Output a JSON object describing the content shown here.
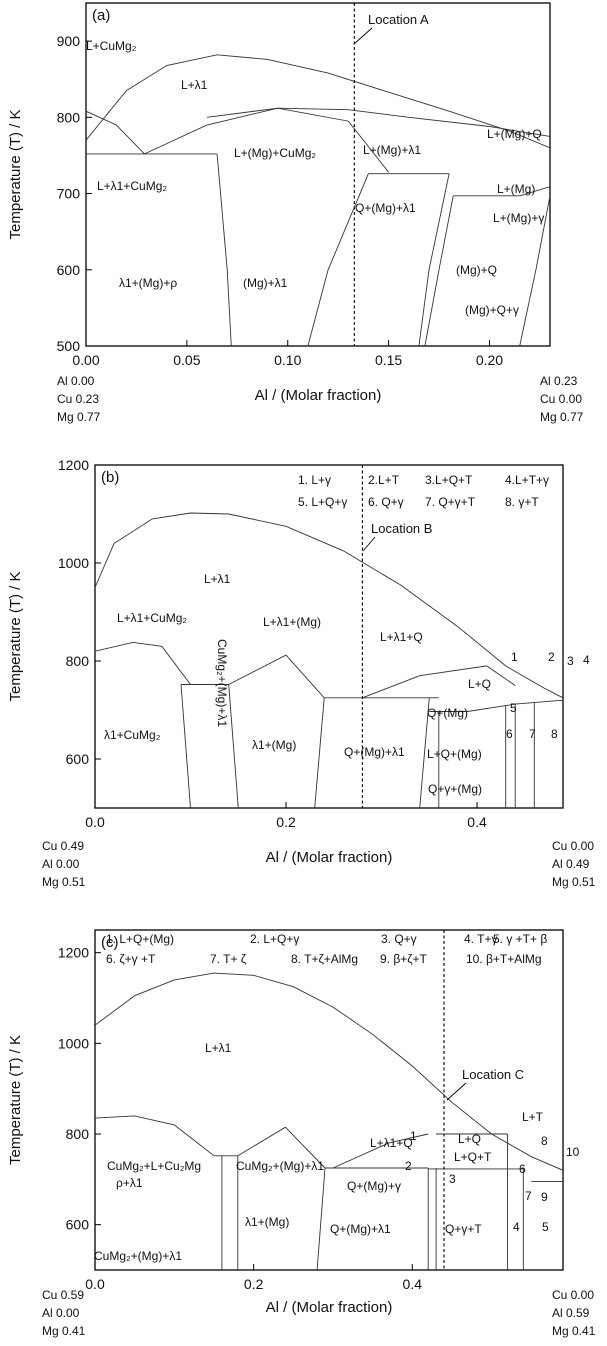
{
  "figure": {
    "panels": [
      {
        "id": "a",
        "tag": "(a)",
        "xlabel": "Al / (Molar fraction)",
        "ylabel": "Temperature (T) / K",
        "xlim": [
          0.0,
          0.23
        ],
        "ylim": [
          500,
          950
        ],
        "xticks": [
          "0.00",
          "0.05",
          "0.10",
          "0.15",
          "0.20"
        ],
        "xtick_values": [
          0.0,
          0.05,
          0.1,
          0.15,
          0.2
        ],
        "yticks": [
          "500",
          "600",
          "700",
          "800",
          "900"
        ],
        "ytick_values": [
          500,
          600,
          700,
          800,
          900
        ],
        "location_label": "Location A",
        "location_x": 0.133,
        "comp_left": [
          "Al 0.00",
          "Cu 0.23",
          "Mg 0.77"
        ],
        "comp_right": [
          "Al 0.23",
          "Cu 0.00",
          "Mg 0.77"
        ],
        "phase_labels": [
          "L+CuMg₂",
          "L+λ1",
          "L+(Mg)+Q",
          "L+(Mg)+CuMg₂",
          "L+(Mg)+λ1",
          "L+(Mg)",
          "L+λ1+CuMg₂",
          "Q+(Mg)+λ1",
          "L+(Mg)+γ",
          "λ1+(Mg)+ρ",
          "(Mg)+λ1",
          "(Mg)+Q",
          "(Mg)+Q+γ"
        ]
      },
      {
        "id": "b",
        "tag": "(b)",
        "xlabel": "Al / (Molar fraction)",
        "ylabel": "Temperature (T) / K",
        "xlim": [
          0.0,
          0.49
        ],
        "ylim": [
          500,
          1200
        ],
        "xticks": [
          "0.0",
          "0.2",
          "0.4"
        ],
        "xtick_values": [
          0.0,
          0.2,
          0.4
        ],
        "yticks": [
          "600",
          "800",
          "1000",
          "1200"
        ],
        "ytick_values": [
          600,
          800,
          1000,
          1200
        ],
        "location_label": "Location B",
        "location_x": 0.28,
        "comp_left": [
          "Cu 0.49",
          "Al 0.00",
          "Mg 0.51"
        ],
        "comp_right": [
          "Cu 0.00",
          "Al 0.49",
          "Mg 0.51"
        ],
        "legend": [
          "1. L+γ",
          "2.L+T",
          "3.L+Q+T",
          "4.L+T+γ",
          "5. L+Q+γ",
          "6. Q+γ",
          "7. Q+γ+T",
          "8. γ+T"
        ],
        "phase_labels": [
          "L+λ1",
          "L+λ1+CuMg₂",
          "L+λ1+(Mg)",
          "L+λ1+Q",
          "L+Q",
          "Q+(Mg)",
          "λ1+CuMg₂",
          "λ1+(Mg)",
          "Q+(Mg)+λ1",
          "L+Q+(Mg)",
          "Q+γ+(Mg)",
          "CuMg₂+(Mg)+λ1"
        ],
        "region_numbers": [
          "1",
          "2",
          "3",
          "4",
          "5",
          "6",
          "7",
          "8"
        ]
      },
      {
        "id": "c",
        "tag": "(c)",
        "xlabel": "Al / (Molar fraction)",
        "ylabel": "Temperature (T) / K",
        "xlim": [
          0.0,
          0.59
        ],
        "ylim": [
          500,
          1250
        ],
        "xticks": [
          "0.0",
          "0.2",
          "0.4"
        ],
        "xtick_values": [
          0.0,
          0.2,
          0.4
        ],
        "yticks": [
          "600",
          "800",
          "1000",
          "1200"
        ],
        "ytick_values": [
          600,
          800,
          1000,
          1200
        ],
        "location_label": "Location C",
        "location_x": 0.44,
        "comp_left": [
          "Cu 0.59",
          "Al 0.00",
          "Mg 0.41"
        ],
        "comp_right": [
          "Cu 0.00",
          "Al 0.59",
          "Mg 0.41"
        ],
        "legend": [
          "1. L+Q+(Mg)",
          "2. L+Q+γ",
          "3. Q+γ",
          "4. T+γ",
          "5. γ +T+ β",
          "6. ζ+γ +T",
          "7. T+ ζ",
          "8. T+ζ+AlMg",
          "9. β+ζ+T",
          "10. β+T+AlMg"
        ],
        "phase_labels": [
          "L+λ1",
          "CuMg₂+L+Cu₂Mg",
          "CuMg₂+(Mg)+λ1",
          "L+λ1+Q",
          "L+Q",
          "L+Q+T",
          "L+T",
          "ρ+λ1",
          "λ1+(Mg)",
          "Q+(Mg)+γ",
          "Q+(Mg)+λ1",
          "Q+γ+T",
          "CuMg₂+(Mg)+λ1"
        ],
        "region_numbers": [
          "1",
          "2",
          "3",
          "4",
          "5",
          "6",
          "7",
          "8",
          "9",
          "10"
        ]
      }
    ]
  },
  "chart_data": [
    {
      "type": "line",
      "title": "",
      "xlabel": "Al / (Molar fraction)",
      "ylabel": "Temperature (T) / K",
      "xlim": [
        0.0,
        0.23
      ],
      "ylim": [
        500,
        950
      ],
      "grid": false,
      "series": [
        {
          "x": [
            0.0,
            0.02,
            0.04,
            0.065,
            0.09,
            0.12,
            0.15,
            0.18,
            0.21,
            0.23
          ],
          "y": [
            770,
            835,
            868,
            882,
            876,
            858,
            833,
            808,
            782,
            760
          ]
        },
        {
          "x": [
            0.0,
            0.015,
            0.029
          ],
          "y": [
            808,
            790,
            752
          ]
        },
        {
          "x": [
            0.029,
            0.06,
            0.095,
            0.13,
            0.15
          ],
          "y": [
            752,
            790,
            812,
            795,
            728
          ]
        },
        {
          "x": [
            0.0,
            0.03,
            0.065
          ],
          "y": [
            752,
            752,
            752
          ]
        },
        {
          "x": [
            0.06,
            0.095,
            0.13,
            0.16,
            0.2,
            0.23
          ],
          "y": [
            800,
            812,
            810,
            800,
            788,
            775
          ]
        },
        {
          "x": [
            0.14,
            0.18
          ],
          "y": [
            726,
            726
          ]
        },
        {
          "x": [
            0.182,
            0.215
          ],
          "y": [
            697,
            697
          ]
        },
        {
          "x": [
            0.215,
            0.23
          ],
          "y": [
            697,
            709
          ]
        },
        {
          "x": [
            0.065,
            0.07,
            0.072
          ],
          "y": [
            752,
            600,
            500
          ]
        },
        {
          "x": [
            0.11,
            0.12,
            0.14
          ],
          "y": [
            500,
            600,
            726
          ]
        },
        {
          "x": [
            0.165,
            0.17,
            0.18
          ],
          "y": [
            500,
            600,
            726
          ]
        },
        {
          "x": [
            0.168,
            0.175,
            0.182
          ],
          "y": [
            500,
            600,
            697
          ]
        },
        {
          "x": [
            0.215,
            0.223,
            0.23
          ],
          "y": [
            500,
            600,
            697
          ]
        }
      ]
    },
    {
      "type": "line",
      "title": "",
      "xlabel": "Al / (Molar fraction)",
      "ylabel": "Temperature (T) / K",
      "xlim": [
        0.0,
        0.49
      ],
      "ylim": [
        500,
        1200
      ],
      "grid": false,
      "series": [
        {
          "x": [
            0.0,
            0.02,
            0.06,
            0.1,
            0.14,
            0.2,
            0.26,
            0.32,
            0.38,
            0.43,
            0.47,
            0.49
          ],
          "y": [
            950,
            1040,
            1090,
            1102,
            1100,
            1075,
            1025,
            955,
            870,
            790,
            745,
            725
          ]
        },
        {
          "x": [
            0.0,
            0.04,
            0.07,
            0.1
          ],
          "y": [
            820,
            838,
            830,
            752
          ]
        },
        {
          "x": [
            0.14,
            0.2,
            0.24
          ],
          "y": [
            752,
            812,
            725
          ]
        },
        {
          "x": [
            0.28,
            0.34,
            0.41,
            0.44
          ],
          "y": [
            725,
            770,
            790,
            750
          ]
        },
        {
          "x": [
            0.09,
            0.14
          ],
          "y": [
            752,
            752
          ]
        },
        {
          "x": [
            0.24,
            0.36
          ],
          "y": [
            725,
            725
          ]
        },
        {
          "x": [
            0.35,
            0.39
          ],
          "y": [
            697,
            697
          ]
        },
        {
          "x": [
            0.39,
            0.44,
            0.49
          ],
          "y": [
            697,
            712,
            720
          ]
        },
        {
          "x": [
            0.09,
            0.1
          ],
          "y": [
            752,
            500
          ]
        },
        {
          "x": [
            0.14,
            0.15
          ],
          "y": [
            752,
            500
          ]
        },
        {
          "x": [
            0.24,
            0.23
          ],
          "y": [
            725,
            500
          ]
        },
        {
          "x": [
            0.35,
            0.34
          ],
          "y": [
            725,
            500
          ]
        },
        {
          "x": [
            0.36,
            0.36
          ],
          "y": [
            697,
            500
          ]
        },
        {
          "x": [
            0.43,
            0.43
          ],
          "y": [
            710,
            500
          ]
        },
        {
          "x": [
            0.44,
            0.44
          ],
          "y": [
            713,
            500
          ]
        },
        {
          "x": [
            0.46,
            0.46
          ],
          "y": [
            715,
            500
          ]
        }
      ]
    },
    {
      "type": "line",
      "title": "",
      "xlabel": "Al / (Molar fraction)",
      "ylabel": "Temperature (T) / K",
      "xlim": [
        0.0,
        0.59
      ],
      "ylim": [
        500,
        1250
      ],
      "grid": false,
      "series": [
        {
          "x": [
            0.0,
            0.05,
            0.1,
            0.15,
            0.2,
            0.25,
            0.3,
            0.35,
            0.4,
            0.45,
            0.5,
            0.55,
            0.59
          ],
          "y": [
            1040,
            1105,
            1140,
            1155,
            1150,
            1125,
            1080,
            1020,
            950,
            870,
            800,
            750,
            720
          ]
        },
        {
          "x": [
            0.0,
            0.05,
            0.1,
            0.15
          ],
          "y": [
            835,
            840,
            820,
            752
          ]
        },
        {
          "x": [
            0.18,
            0.24,
            0.29
          ],
          "y": [
            752,
            815,
            725
          ]
        },
        {
          "x": [
            0.3,
            0.37,
            0.42
          ],
          "y": [
            725,
            780,
            800
          ]
        },
        {
          "x": [
            0.15,
            0.18
          ],
          "y": [
            752,
            752
          ]
        },
        {
          "x": [
            0.29,
            0.42
          ],
          "y": [
            725,
            725
          ]
        },
        {
          "x": [
            0.42,
            0.54
          ],
          "y": [
            723,
            723
          ]
        },
        {
          "x": [
            0.43,
            0.52
          ],
          "y": [
            800,
            800
          ]
        },
        {
          "x": [
            0.42,
            0.42
          ],
          "y": [
            725,
            500
          ]
        },
        {
          "x": [
            0.43,
            0.43
          ],
          "y": [
            725,
            500
          ]
        },
        {
          "x": [
            0.52,
            0.52
          ],
          "y": [
            800,
            500
          ]
        },
        {
          "x": [
            0.54,
            0.54
          ],
          "y": [
            725,
            500
          ]
        },
        {
          "x": [
            0.55,
            0.59
          ],
          "y": [
            695,
            695
          ]
        },
        {
          "x": [
            0.16,
            0.16
          ],
          "y": [
            752,
            500
          ]
        },
        {
          "x": [
            0.18,
            0.18
          ],
          "y": [
            752,
            500
          ]
        },
        {
          "x": [
            0.29,
            0.28
          ],
          "y": [
            725,
            500
          ]
        }
      ]
    }
  ]
}
